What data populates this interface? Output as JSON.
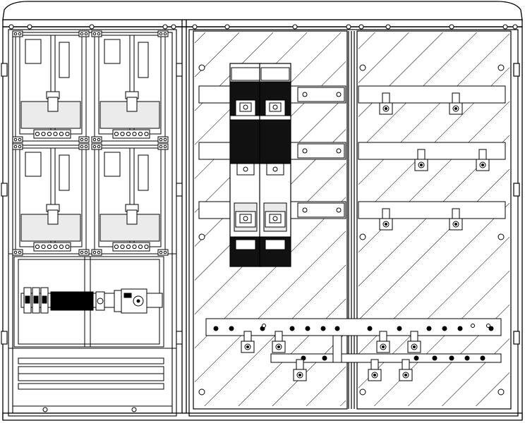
{
  "drawing": {
    "colors": {
      "line": "#000000",
      "paper": "#ffffff",
      "fill_dark": "#111111",
      "fill_light": "#ebebeb",
      "fill_mid": "#cfcfcf"
    },
    "meter_modules": 4,
    "meter_terminal_blocks": 4,
    "fuse_switch_units": 2,
    "right_panels": 2,
    "busbars_left_panel": 3,
    "busbars_right_panel": 3,
    "neutral_rails": 2
  }
}
